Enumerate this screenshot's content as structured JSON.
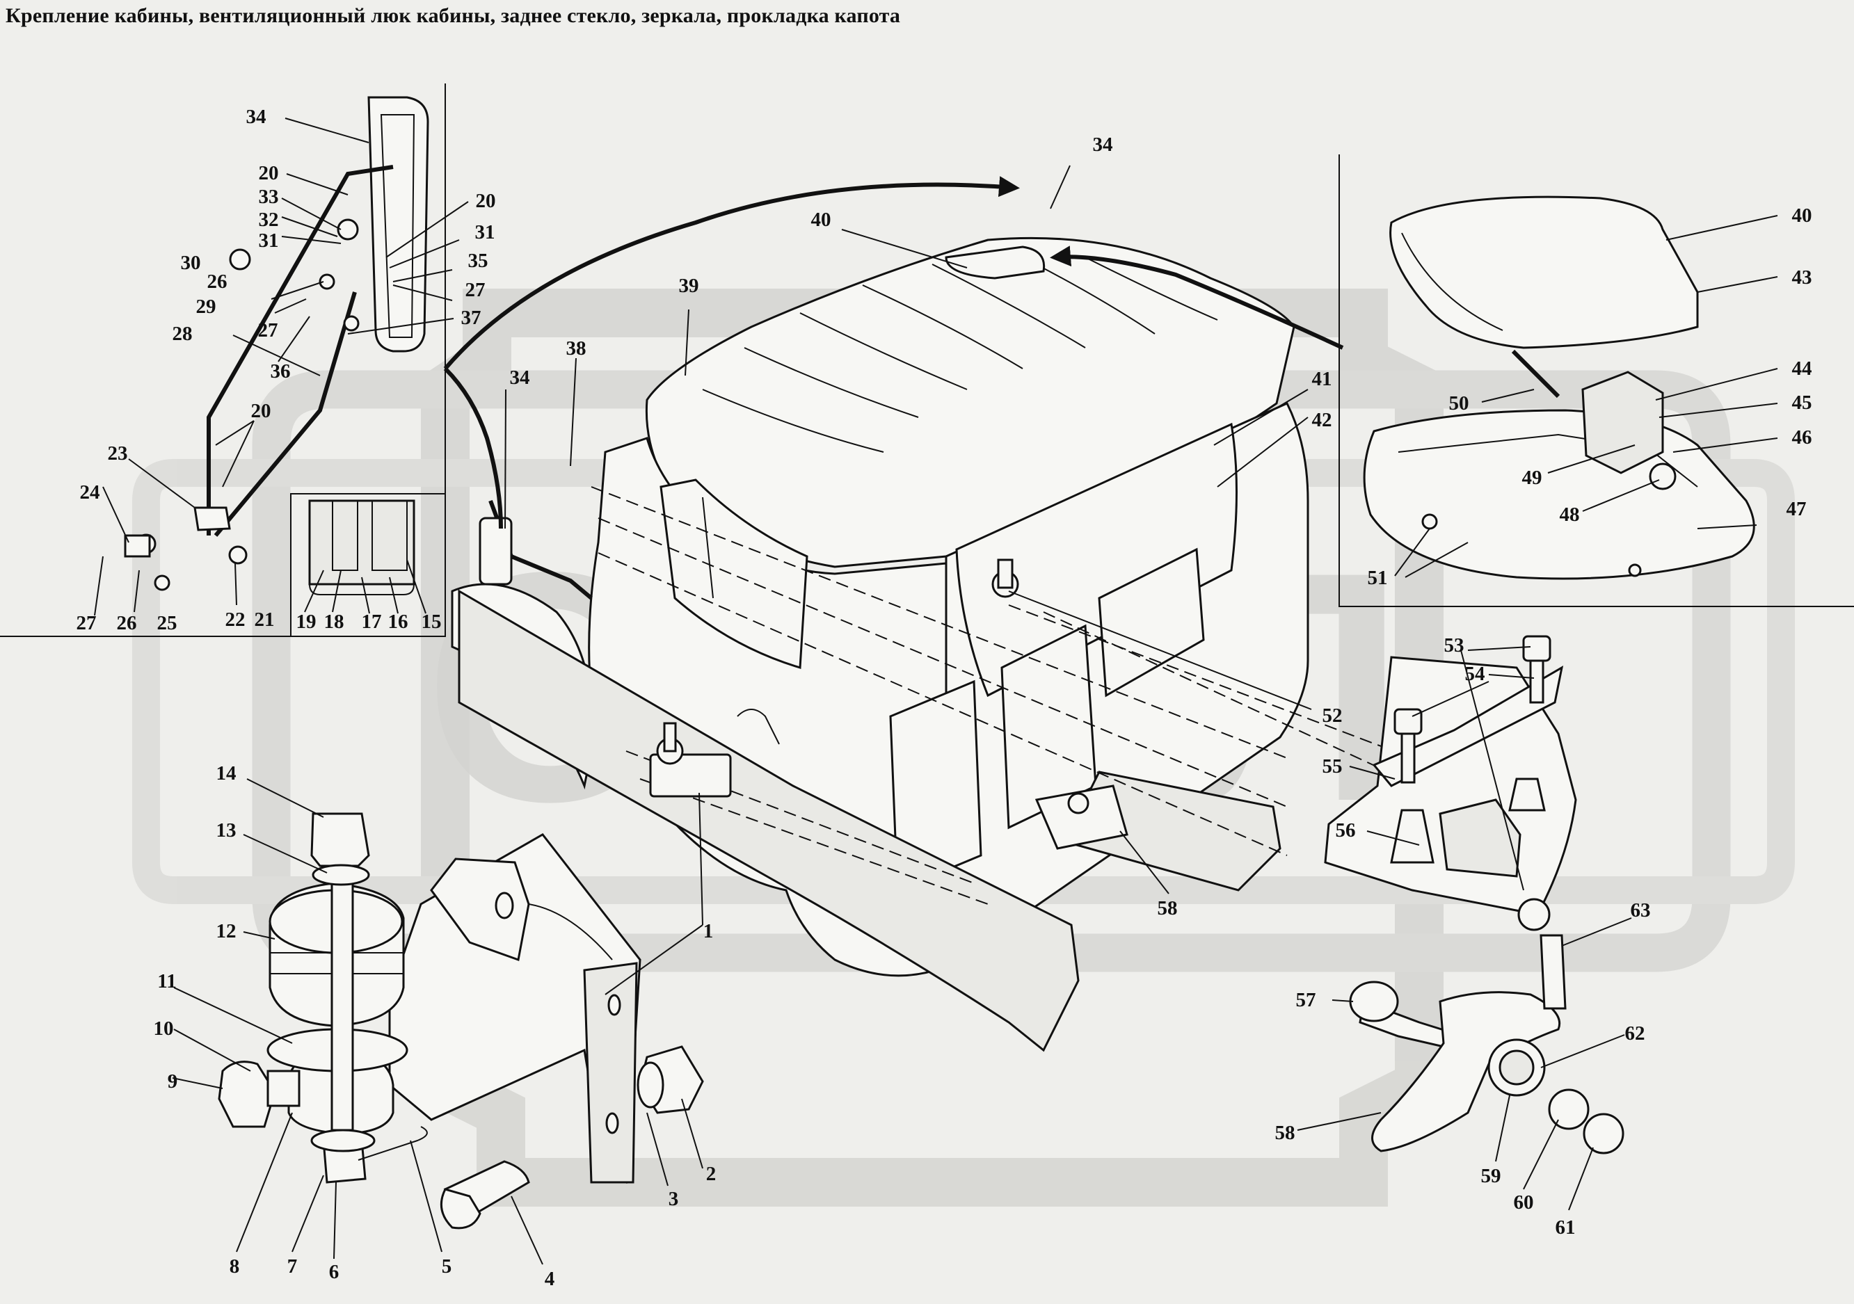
{
  "title": "Крепление кабины, вентиляционный люк кабины, заднее стекло, зеркала, прокладка капота",
  "watermark": "ОРЕЛ",
  "colors": {
    "background": "#efefec",
    "ink": "#111111",
    "watermark": "#d4d4d1"
  },
  "callouts": [
    "34",
    "20",
    "33",
    "32",
    "31",
    "30",
    "26",
    "29",
    "27",
    "28",
    "36",
    "20",
    "31",
    "35",
    "27",
    "37",
    "23",
    "24",
    "27",
    "26",
    "25",
    "22",
    "21",
    "19",
    "18",
    "17",
    "16",
    "15",
    "20",
    "34",
    "38",
    "39",
    "40",
    "34",
    "41",
    "42",
    "40",
    "43",
    "44",
    "45",
    "46",
    "50",
    "49",
    "48",
    "47",
    "51",
    "52",
    "53",
    "54",
    "55",
    "56",
    "58",
    "14",
    "13",
    "12",
    "11",
    "10",
    "9",
    "8",
    "7",
    "6",
    "5",
    "4",
    "3",
    "2",
    "1",
    "63",
    "57",
    "62",
    "58",
    "59",
    "60",
    "61"
  ]
}
